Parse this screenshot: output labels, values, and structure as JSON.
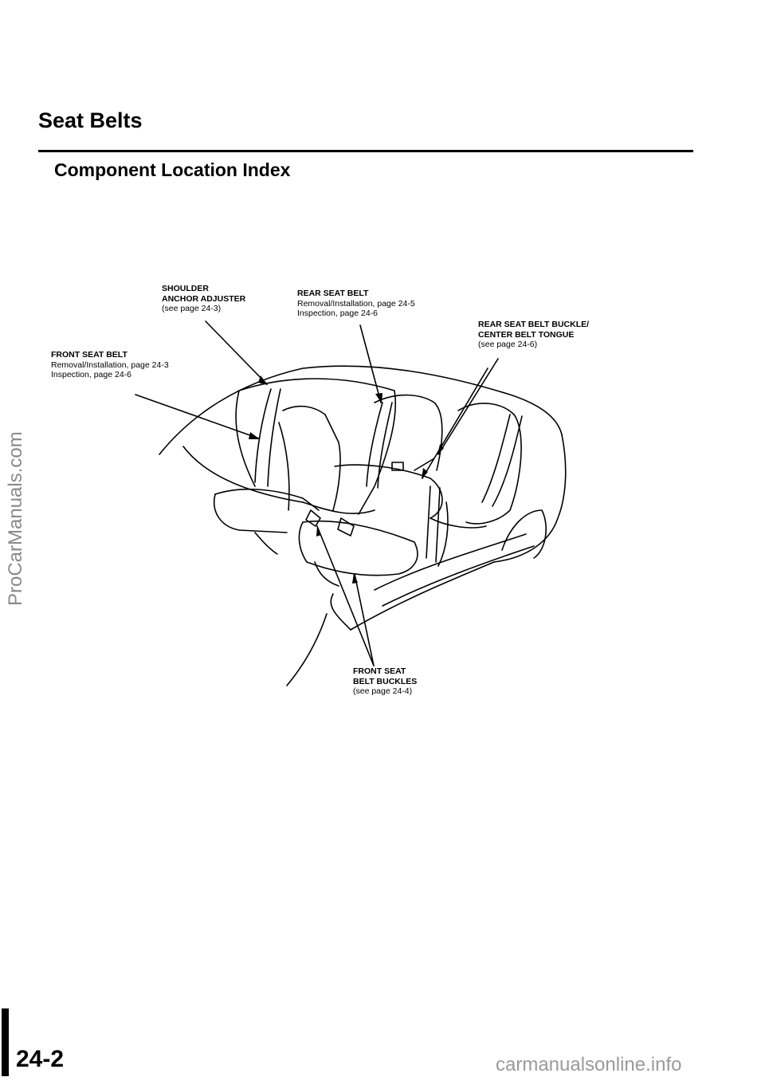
{
  "header": {
    "title": "Seat Belts",
    "subtitle": "Component Location Index"
  },
  "labels": {
    "shoulder_anchor": {
      "heading1": "SHOULDER",
      "heading2": "ANCHOR ADJUSTER",
      "note1": "(see page 24-3)"
    },
    "rear_seat_belt": {
      "heading1": "REAR SEAT BELT",
      "note1": "Removal/Installation, page 24-5",
      "note2": "Inspection, page 24-6"
    },
    "rear_buckle": {
      "heading1": "REAR SEAT BELT BUCKLE/",
      "heading2": "CENTER BELT TONGUE",
      "note1": "(see page 24-6)"
    },
    "front_seat_belt": {
      "heading1": "FRONT SEAT BELT",
      "note1": "Removal/Installation, page 24-3",
      "note2": "Inspection, page 24-6"
    },
    "front_buckles": {
      "heading1": "FRONT SEAT",
      "heading2": "BELT BUCKLES",
      "note1": "(see page 24-4)"
    }
  },
  "footer": {
    "page_number": "24-2",
    "side_watermark": "ProCarManuals.com",
    "bottom_watermark": "carmanualsonline.info"
  }
}
